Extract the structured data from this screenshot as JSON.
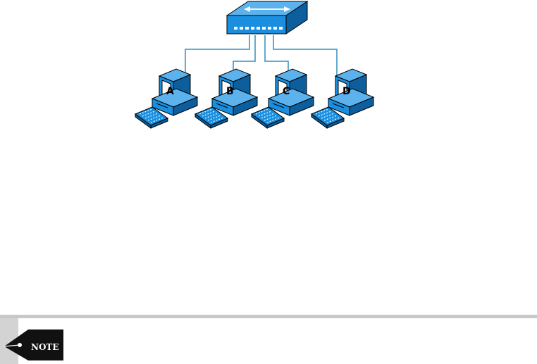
{
  "diagram": {
    "hub": {
      "icon": "hub-icon"
    },
    "computers": [
      {
        "label": "A"
      },
      {
        "label": "B"
      },
      {
        "label": "C"
      },
      {
        "label": "D"
      }
    ]
  },
  "note": {
    "badge_text": "NOTE",
    "icon": "pen-nib-icon"
  },
  "colors": {
    "device_blue": "#1a8fe0",
    "device_dark": "#0d5e9c",
    "cable": "#2f8fc4",
    "note_rule": "#c8c8c8",
    "note_tab": "#d3d3d3",
    "note_badge": "#111111"
  }
}
